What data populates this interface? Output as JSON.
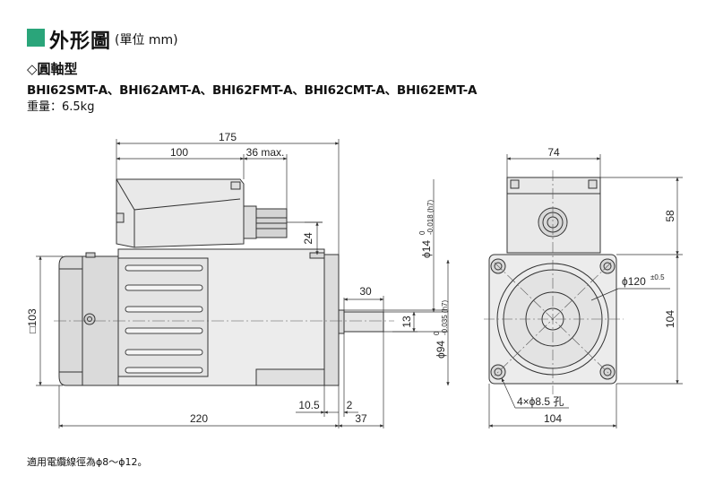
{
  "header": {
    "title": "外形圖",
    "unit": "(單位 mm)",
    "accent_color": "#2aa57a"
  },
  "variant": {
    "label": "◇圓軸型",
    "models": "BHI62SMT-A、BHI62AMT-A、BHI62FMT-A、BHI62CMT-A、BHI62EMT-A",
    "weight": "重量：6.5kg"
  },
  "dimensions": {
    "total_length": "175",
    "body_length": "100",
    "gland_length": "36 max.",
    "gland_offset": "24",
    "shaft_dia": "ϕ14",
    "shaft_tol_upper": "0",
    "shaft_tol_lower": "-0.018 (h7)",
    "shaft_length": "30",
    "key_offset": "13",
    "pilot_dia": "ϕ94",
    "pilot_tol_upper": "0",
    "pilot_tol_lower": "-0.035 (h7)",
    "square_size": "□103",
    "overall_length": "220",
    "flange_a": "10.5",
    "flange_b": "2",
    "shaft_extent": "37",
    "box_width": "74",
    "box_height": "58",
    "end_height": "104",
    "end_width": "104",
    "pcd": "ϕ120",
    "pcd_tol": "±0.5",
    "holes": "4×ϕ8.5 孔"
  },
  "footnote": "適用電纜線徑為ϕ8～ϕ12。"
}
